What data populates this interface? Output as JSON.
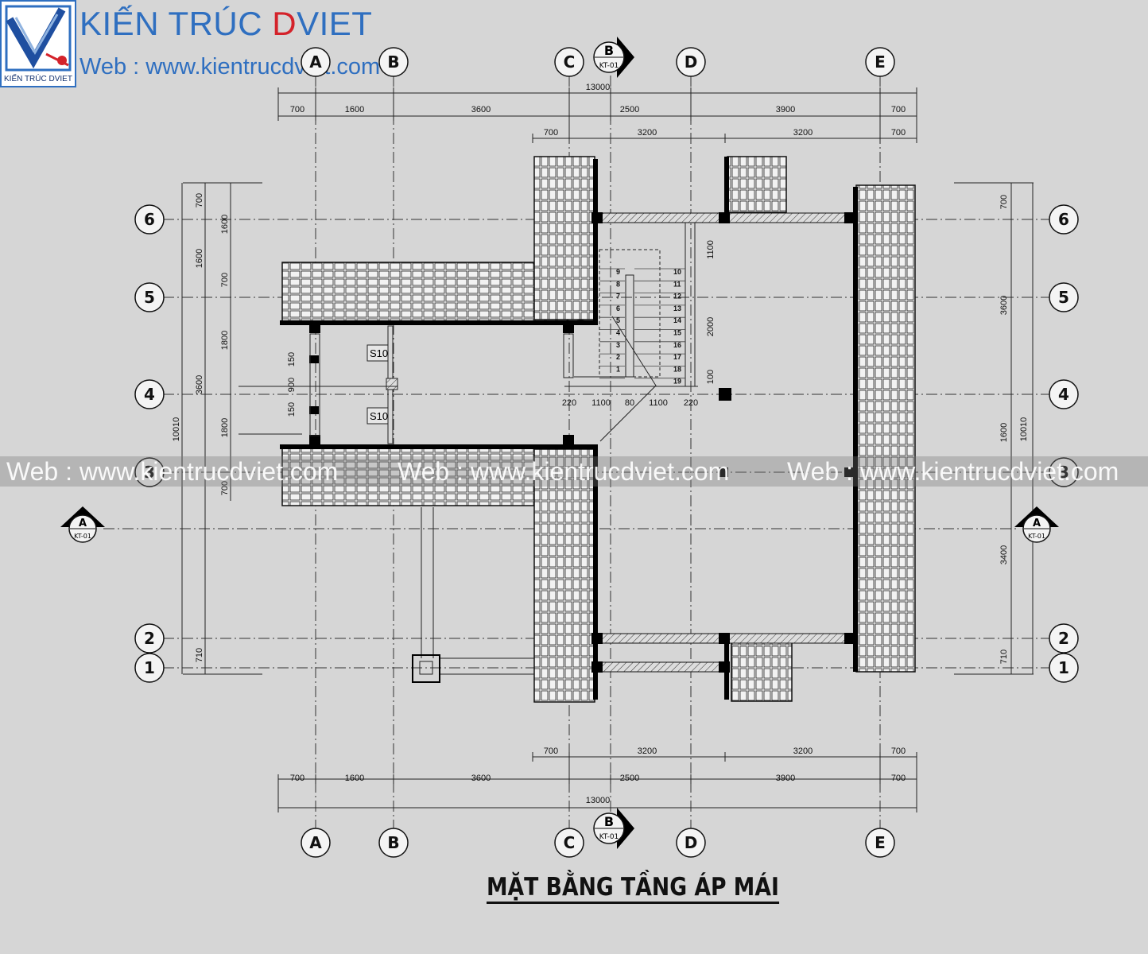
{
  "brand": {
    "name_prefix": "KIẾN TRÚC ",
    "name_d": "D",
    "name_suffix": "VIET",
    "website": "Web : www.kientrucdviet.com",
    "logo_caption": "KIẾN TRÚC DVIET",
    "colors": {
      "blue": "#2f6fc0",
      "red": "#d4222a",
      "navy": "#0f2f6e"
    }
  },
  "watermark": {
    "texts": [
      "Web : www.kientrucdviet.com",
      "Web : www.kientrucdviet.com",
      "Web : www.kientrucdviet.com"
    ]
  },
  "title": "MẶT BẰNG TẦNG ÁP MÁI",
  "grid": {
    "columns": [
      "A",
      "B",
      "C",
      "D",
      "E"
    ],
    "rows": [
      "6",
      "5",
      "4",
      "3",
      "2",
      "1"
    ]
  },
  "section_markers": {
    "top": {
      "label": "B",
      "sheet": "KT-01"
    },
    "bottom": {
      "label": "B",
      "sheet": "KT-01"
    },
    "left": {
      "label": "A",
      "sheet": "KT-01"
    },
    "right": {
      "label": "A",
      "sheet": "KT-01"
    }
  },
  "dimensions": {
    "top_total": "13000",
    "top_row1": [
      "700",
      "1600",
      "3600",
      "2500",
      "3900",
      "700"
    ],
    "top_row2": [
      "700",
      "3200",
      "3200",
      "700"
    ],
    "bottom_total": "13000",
    "bottom_row1": [
      "700",
      "1600",
      "3600",
      "2500",
      "3900",
      "700"
    ],
    "bottom_row2": [
      "700",
      "3200",
      "3200",
      "700"
    ],
    "left_total": "10010",
    "left_outer": [
      "700",
      "1600",
      "3600"
    ],
    "left_inner": [
      "1600",
      "700",
      "1800",
      "1800",
      "700"
    ],
    "left_bottom": "710",
    "door": [
      "150",
      "900",
      "150"
    ],
    "right_total": "10010",
    "right_outer": [
      "700",
      "3600",
      "1600",
      "3400",
      "710"
    ],
    "stair_width": [
      "220",
      "1100",
      "80",
      "1100",
      "220"
    ],
    "stair_vertical": [
      "1100",
      "2000",
      "100"
    ]
  },
  "stairs": {
    "left_steps": [
      "9",
      "8",
      "7",
      "6",
      "5",
      "4",
      "3",
      "2",
      "1"
    ],
    "right_steps": [
      "10",
      "11",
      "12",
      "13",
      "14",
      "15",
      "16",
      "17",
      "18",
      "19"
    ]
  },
  "window_tags": [
    "S10",
    "S10"
  ]
}
